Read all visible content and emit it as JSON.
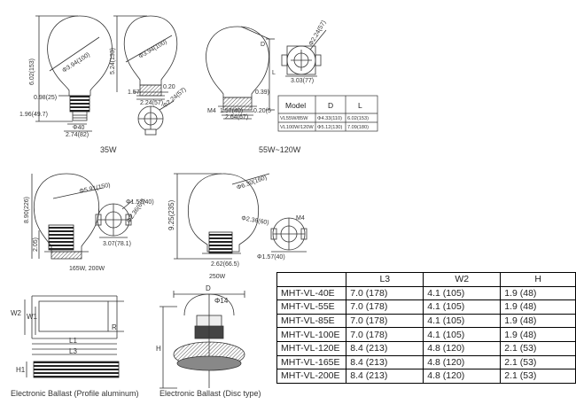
{
  "lamp_35w": {
    "caption": "35W",
    "dims": {
      "height": "6.02(153)",
      "bulb_dia_front": "Φ3.94(100)",
      "bulb_dia_side": "Φ3.94(100)",
      "side_height": "5.24(133)",
      "neck": "0.98(25)",
      "base_height": "1.96(49.7)",
      "base_w1": "Φ40",
      "base_w2": "2.74(82)",
      "side_w": "2.24(57)",
      "socket": "Φ2.24(57)",
      "side_a": "1.57",
      "side_b": "0.20"
    }
  },
  "lamp_55_120w": {
    "caption": "55W~120W",
    "dims": {
      "D": "D",
      "L": "L",
      "cap_dia": "Φ2.24(57)",
      "cap_w": "3.03(77)",
      "m4": "M4",
      "h1": "0.39)",
      "h2": "0.20(5",
      "w1": "1.57(40)",
      "w2": "2.64(67)"
    },
    "table": {
      "headers": [
        "Model",
        "D",
        "L"
      ],
      "rows": [
        [
          "VL55W/85W",
          "Φ4.33(110)",
          "6.02(153)"
        ],
        [
          "VL100W/120W",
          "Φ5.12(130)",
          "7.09(180)"
        ]
      ]
    }
  },
  "lamp_165w": {
    "caption": "165W, 200W",
    "dims": {
      "height": "8.90(226)",
      "dia": "Φ5.91(150)",
      "base": "2.05)",
      "cap_dia": "Φ1.57(40)",
      "cap_b": "Φ2.36(60)",
      "cap_w": "3.07(78.1)"
    }
  },
  "lamp_250w": {
    "caption": "250W",
    "dims": {
      "height": "9.25(235)",
      "dia": "Φ6.30(160)",
      "base": "2.62(66.5)",
      "cap_dia": "Φ2.36(60)",
      "m4": "M4",
      "cap_small": "Φ1.57(40)"
    }
  },
  "ballast_profile": {
    "caption": "Electronic Ballast (Profile aluminum)",
    "labels": {
      "W2": "W2",
      "W1": "W1",
      "L1": "L1",
      "L3": "L3",
      "R": "R",
      "H1": "H1"
    }
  },
  "ballast_disc": {
    "caption": "Electronic Ballast (Disc type)",
    "labels": {
      "D": "D",
      "phi14": "Φ14",
      "H": "H"
    }
  },
  "ballast_table": {
    "headers": [
      "",
      "L3",
      "W2",
      "H"
    ],
    "rows": [
      [
        "MHT-VL-40E",
        "7.0 (178)",
        "4.1 (105)",
        "1.9 (48)"
      ],
      [
        "MHT-VL-55E",
        "7.0 (178)",
        "4.1 (105)",
        "1.9 (48)"
      ],
      [
        "MHT-VL-85E",
        "7.0 (178)",
        "4.1 (105)",
        "1.9 (48)"
      ],
      [
        "MHT-VL-100E",
        "7.0 (178)",
        "4.1 (105)",
        "1.9 (48)"
      ],
      [
        "MHT-VL-120E",
        "8.4 (213)",
        "4.8 (120)",
        "2.1 (53)"
      ],
      [
        "MHT-VL-165E",
        "8.4 (213)",
        "4.8 (120)",
        "2.1 (53)"
      ],
      [
        "MHT-VL-200E",
        "8.4 (213)",
        "4.8 (120)",
        "2.1 (53)"
      ]
    ]
  },
  "colors": {
    "line": "#333333",
    "hatch": "#555555",
    "dark": "#111111"
  }
}
